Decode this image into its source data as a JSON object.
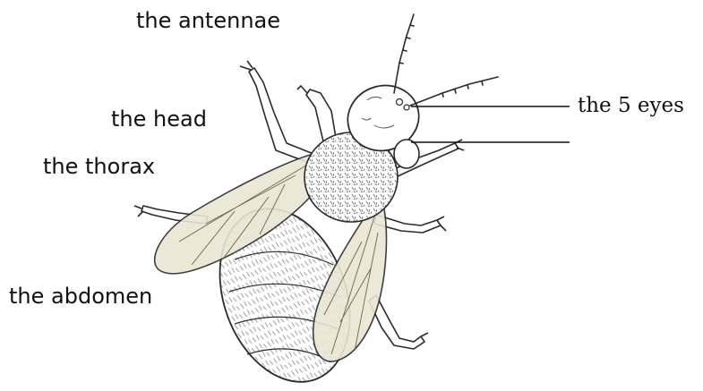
{
  "labels": {
    "antennae": "the antennae",
    "head": "the head",
    "thorax": "the thorax",
    "abdomen": "the abdomen",
    "eyes": "the 5 eyes"
  },
  "colors": {
    "outline": "#2a2a2a",
    "wing_fill": "#e9e6d4",
    "body_fill": "#ffffff",
    "text": "#111111"
  }
}
